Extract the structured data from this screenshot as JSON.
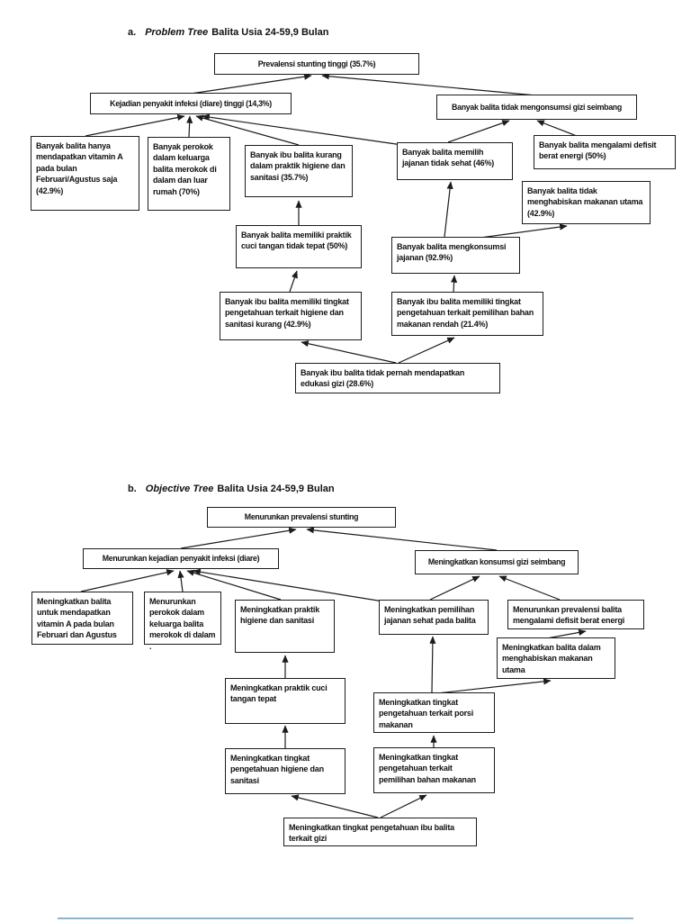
{
  "colors": {
    "ink": "#1c1c1c",
    "background": "#ffffff",
    "footer_line": "#8fb4c9"
  },
  "problem_tree": {
    "heading": {
      "label": "a.",
      "title_italic": "Problem Tree",
      "title_rest": "Balita Usia 24-59,9 Bulan"
    },
    "nodes": {
      "top": "Prevalensi stunting tinggi (35.7%)",
      "infeksi": "Kejadian penyakit infeksi (diare) tinggi (14,3%)",
      "gizi_seimbang": "Banyak balita tidak mengonsumsi gizi seimbang",
      "vitamin_a": "Banyak balita hanya mendapatkan vitamin A pada bulan Februari/Agustus saja (42.9%)",
      "perokok": "Banyak perokok dalam keluarga balita merokok di dalam dan luar rumah (70%)",
      "higiene": "Banyak ibu balita kurang dalam praktik higiene dan sanitasi (35.7%)",
      "jajanan_tidak_sehat": "Banyak balita memilih jajanan tidak sehat (46%)",
      "defisit_energi": "Banyak balita mengalami defisit berat energi (50%)",
      "makanan_utama": "Banyak balita tidak menghabiskan makanan utama (42.9%)",
      "cuci_tangan": "Banyak balita memiliki praktik cuci tangan tidak tepat (50%)",
      "konsumsi_jajanan": "Banyak balita mengkonsumsi jajanan (92.9%)",
      "pengetahuan_higiene": "Banyak ibu balita memiliki tingkat pengetahuan terkait higiene dan sanitasi kurang (42.9%)",
      "pengetahuan_makanan": "Banyak ibu balita memiliki tingkat pengetahuan terkait pemilihan bahan makanan rendah (21.4%)",
      "edukasi_gizi": "Banyak ibu balita tidak pernah mendapatkan edukasi gizi (28.6%)"
    }
  },
  "objective_tree": {
    "heading": {
      "label": "b.",
      "title_italic": "Objective Tree",
      "title_rest": "Balita Usia 24-59,9 Bulan"
    },
    "nodes": {
      "top": "Menurunkan prevalensi stunting",
      "infeksi": "Menurunkan kejadian penyakit infeksi (diare)",
      "gizi_seimbang": "Meningkatkan konsumsi gizi seimbang",
      "vitamin_a": "Meningkatkan balita untuk mendapatkan vitamin A pada bulan Februari dan Agustus",
      "perokok": "Menurunkan perokok dalam keluarga balita merokok di dalam\n.",
      "higiene": "Meningkatkan praktik higiene dan sanitasi",
      "jajanan_sehat": "Meningkatkan pemilihan jajanan sehat pada balita",
      "defisit_energi": "Menurunkan prevalensi balita mengalami defisit berat energi",
      "makanan_utama": "Meningkatkan balita dalam menghabiskan makanan utama",
      "cuci_tangan": "Meningkatkan praktik cuci tangan tepat",
      "porsi_makanan": "Meningkatkan tingkat pengetahuan terkait porsi makanan",
      "pengetahuan_higiene": "Meningkatkan tingkat pengetahuan higiene dan sanitasi",
      "pengetahuan_makanan": "Meningkatkan tingkat pengetahuan terkait pemilihan bahan makanan",
      "edukasi_gizi": "Meningkatkan tingkat pengetahuan ibu balita terkait gizi"
    }
  }
}
